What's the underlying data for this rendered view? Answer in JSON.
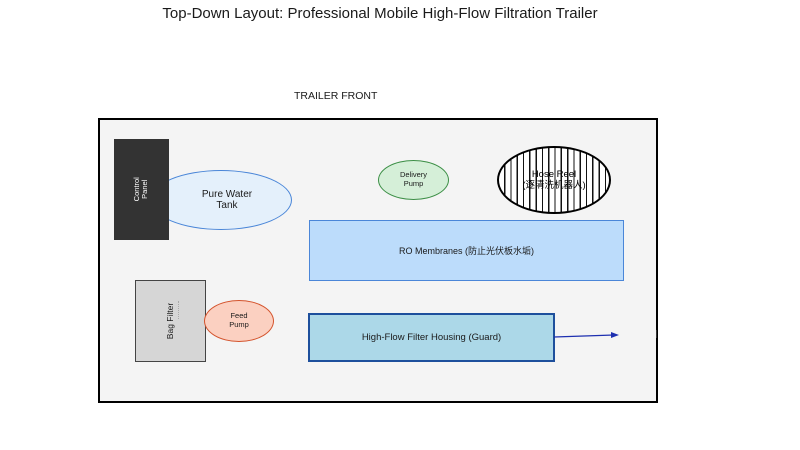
{
  "title": "Top-Down Layout: Professional Mobile High-Flow Filtration Trailer",
  "trailer_front_label": "TRAILER FRONT",
  "components": {
    "control_panel": "Control\nPanel",
    "pure_water_tank": "Pure Water\nTank",
    "delivery_pump": "Delivery\nPump",
    "hose_reel": "Hose Reel\n(逐清洗机器人)",
    "ro_membranes": "RO Membranes (防止光伏板水垢)",
    "bag_filter": "Bag Filter",
    "feed_pump": "Feed\nPump",
    "high_flow_filter_housing": "High-Flow Filter Housing (Guard)"
  },
  "colors": {
    "control_panel": "#333333",
    "pure_water_tank": "#e4f0fb",
    "delivery_pump": "#d5efd8",
    "ro_membranes": "#bcdcfb",
    "bag_filter": "#d6d6d6",
    "feed_pump": "#fbd0c1",
    "high_flow_filter_housing": "#acd8e8",
    "arrow": "#1d2fb0"
  }
}
